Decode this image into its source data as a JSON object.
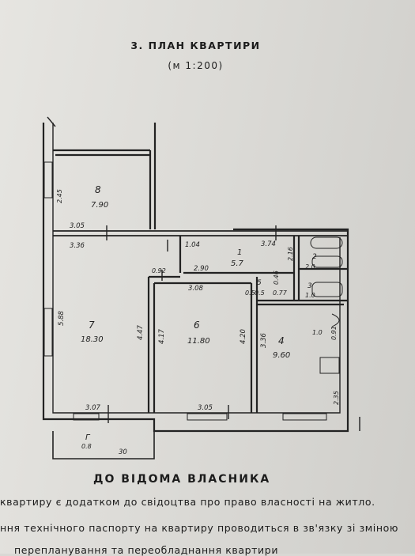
{
  "header": {
    "title": "3. ПЛАН КВАРТИРИ",
    "scale": "(м 1:200)"
  },
  "plan": {
    "rooms": [
      {
        "number": "8",
        "area": "7.90"
      },
      {
        "number": "7",
        "area": "18.30"
      },
      {
        "number": "6",
        "area": "11.80"
      },
      {
        "number": "4",
        "area": "9.60"
      },
      {
        "number": "1",
        "area": "5.7"
      },
      {
        "number": "2",
        "area": "2.0"
      },
      {
        "number": "3",
        "area": "1.0"
      },
      {
        "number": "5",
        "area": "0.5"
      },
      {
        "number": "Г",
        "area": "0.8"
      }
    ],
    "dimensions": {
      "d_245": "2.45",
      "d_305": "3.05",
      "d_336": "3.36",
      "d_104": "1.04",
      "d_374": "3.74",
      "d_092": "0.92",
      "d_290": "2.90",
      "d_216": "2.16",
      "d_308": "3.08",
      "d_046": "0.46",
      "d_05": "0.5",
      "d_077": "0.77",
      "d_091": "0.91",
      "d_588": "5.88",
      "d_447": "4.47",
      "d_417": "4.17",
      "d_420": "4.20",
      "d_336v": "3.36",
      "d_307": "3.07",
      "d_305b": "3.05",
      "d_235": "2.35",
      "d_10": "1.0",
      "d_30": "30"
    }
  },
  "notice": {
    "heading": "ДО ВІДОМА ВЛАСНИКА",
    "line1": "квартиру є додатком до свідоцтва про право власності на житло.",
    "line2": "ння технічного паспорту на квартиру проводиться в зв'язку зі зміною",
    "line3": "перепланування та переобладнання квартири"
  }
}
